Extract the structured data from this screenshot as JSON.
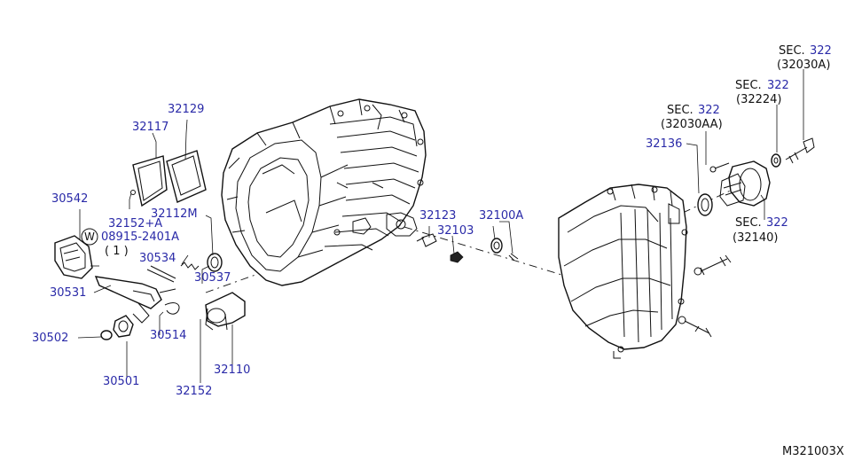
{
  "diagram_id": "M321003X",
  "sec_refs": [
    {
      "prefix": "SEC.",
      "num": "322",
      "part": "(32030A)"
    },
    {
      "prefix": "SEC.",
      "num": "322",
      "part": "(32224)"
    },
    {
      "prefix": "SEC.",
      "num": "322",
      "part": "(32030AA)"
    },
    {
      "prefix": "SEC.",
      "num": "322",
      "part": "(32140)"
    }
  ],
  "parts": {
    "p32129": "32129",
    "p32117": "32117",
    "p30542": "30542",
    "p32152A": "32152+A",
    "p32112M": "32112M",
    "washer_mark": "W",
    "p08915": "08915-2401A",
    "qty": "( 1 )",
    "p30534": "30534",
    "p30537": "30537",
    "p30531": "30531",
    "p30502": "30502",
    "p30514": "30514",
    "p30501": "30501",
    "p32110": "32110",
    "p32152": "32152",
    "p32123": "32123",
    "p32103": "32103",
    "p32100A": "32100A",
    "p32136": "32136"
  }
}
